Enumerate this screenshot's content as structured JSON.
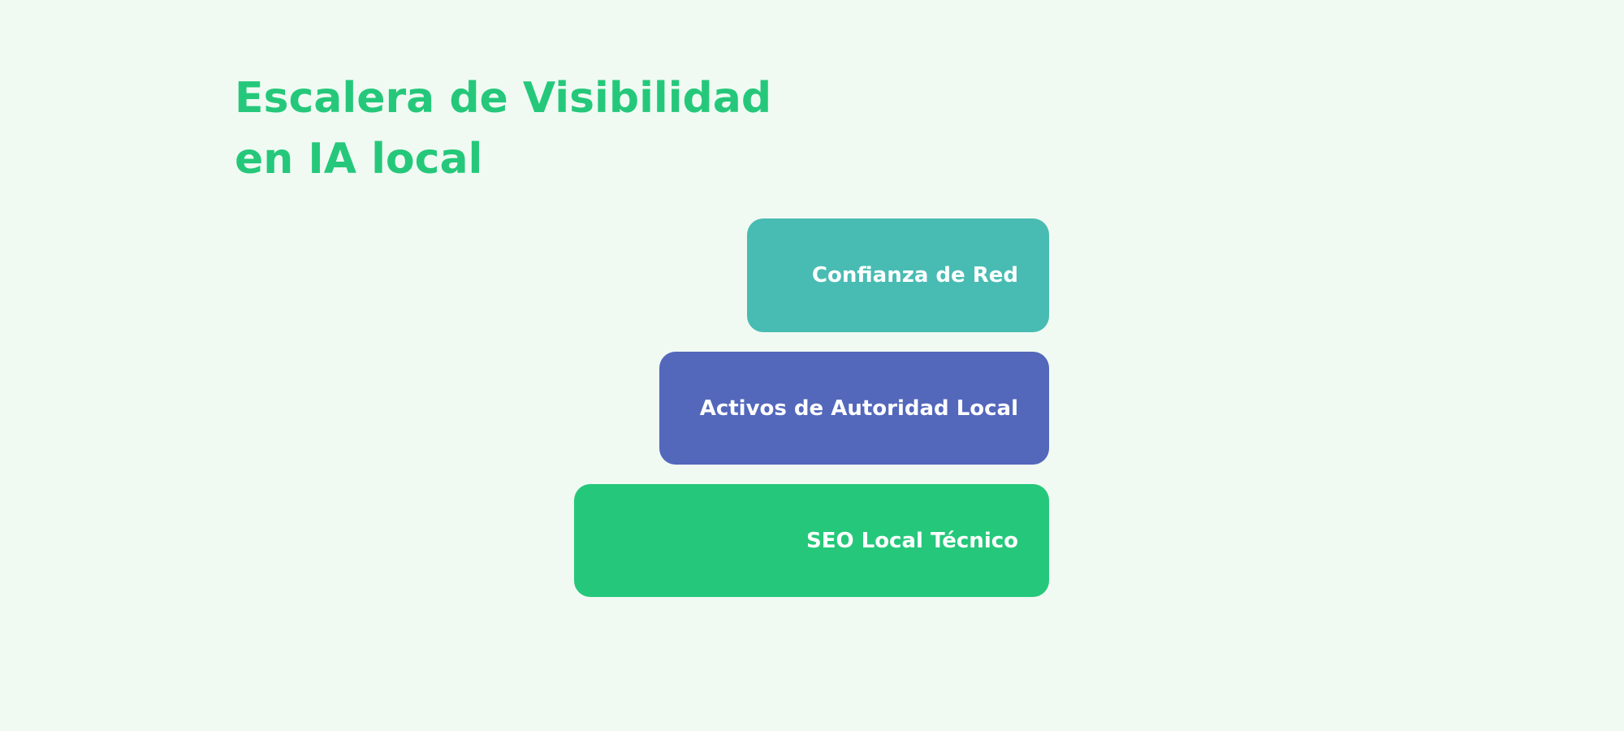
{
  "title": {
    "line1": "Escalera de Visibilidad",
    "line2": "en IA local",
    "color": "#25c87a"
  },
  "steps": [
    {
      "label": "Confianza de Red",
      "level": 3,
      "color": "#48bcb2"
    },
    {
      "label": "Activos de Autoridad Local",
      "level": 2,
      "color": "#5367bb"
    },
    {
      "label": "SEO Local Técnico",
      "level": 1,
      "color": "#25c87a"
    }
  ],
  "background": "#f0faf3"
}
